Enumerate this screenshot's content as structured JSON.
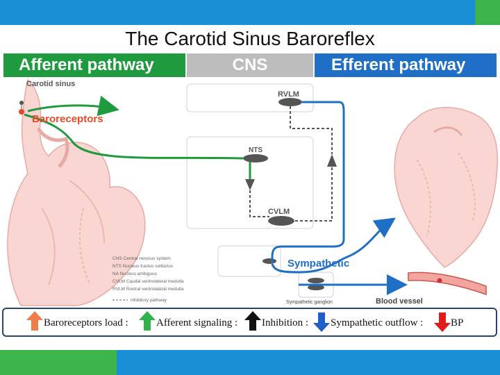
{
  "title": "The Carotid Sinus Baroreflex",
  "bands": {
    "afferent": "Afferent pathway",
    "cns": "CNS",
    "efferent": "Efferent pathway"
  },
  "labels": {
    "carotid_sinus": "Carotid sinus",
    "baroreceptors": "Baroreceptors",
    "rvlm": "RVLM",
    "nts": "NTS",
    "cvlm": "CVLM",
    "sympathetic": "Sympathetic",
    "sympathetic_ganglion": "Sympathetic ganglion",
    "blood_vessel": "Blood vessel"
  },
  "abbreviations": [
    "CNS Central nervous system",
    "NTS Nucleus tractus solitarius",
    "NA Nucleus ambiguus",
    "CVLM Caudal ventrolateral medulla",
    "RVLM Rostral ventrolateral medulla",
    "inhibitory pathway"
  ],
  "legend": {
    "items": [
      {
        "label": "Baroreceptors load :",
        "arrow": "up",
        "color": "#f07c4a"
      },
      {
        "label": "Afferent signaling :",
        "arrow": "up",
        "color": "#2fb34a"
      },
      {
        "label": "Inhibition :",
        "arrow": "up",
        "color": "#111111"
      },
      {
        "label": "Sympathetic outflow :",
        "arrow": "down",
        "color": "#1f5fc8"
      },
      {
        "label": "BP",
        "arrow": "down",
        "color": "#e11a1a"
      }
    ]
  },
  "colors": {
    "afferent": "#1f9a3f",
    "efferent": "#1f6fc7",
    "accent": "#e8492b",
    "heart": "#f7c9c5"
  }
}
